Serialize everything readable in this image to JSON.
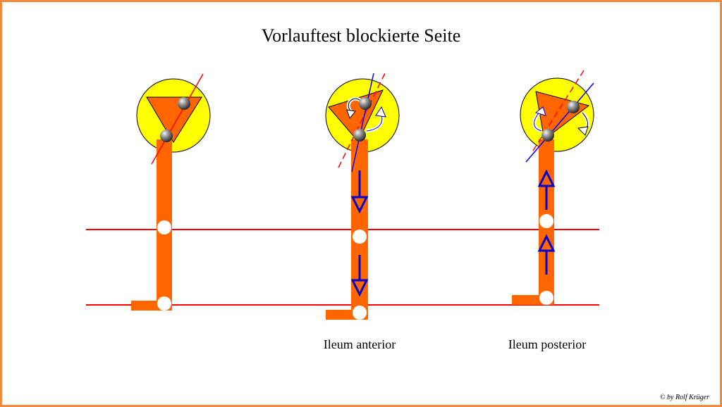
{
  "title": "Vorlauftest blockierte Seite",
  "captions": {
    "middle": "Ileum anterior",
    "right": "Ileum posterior"
  },
  "copyright": "© by Rolf Krüger",
  "colors": {
    "frame": "#f08a3c",
    "bone": "#ff6600",
    "pelvis_circle": "#ffff00",
    "reference_line": "#ff0000",
    "axis_line": "#0000ff",
    "arrow": "#0000cc",
    "joint_marker": "#ffffff"
  },
  "icons": {
    "movement_arrow": "arrow-up-down-icon",
    "rotation_arrow": "curved-rotation-icon",
    "joint_ball": "gray-sphere-icon"
  }
}
